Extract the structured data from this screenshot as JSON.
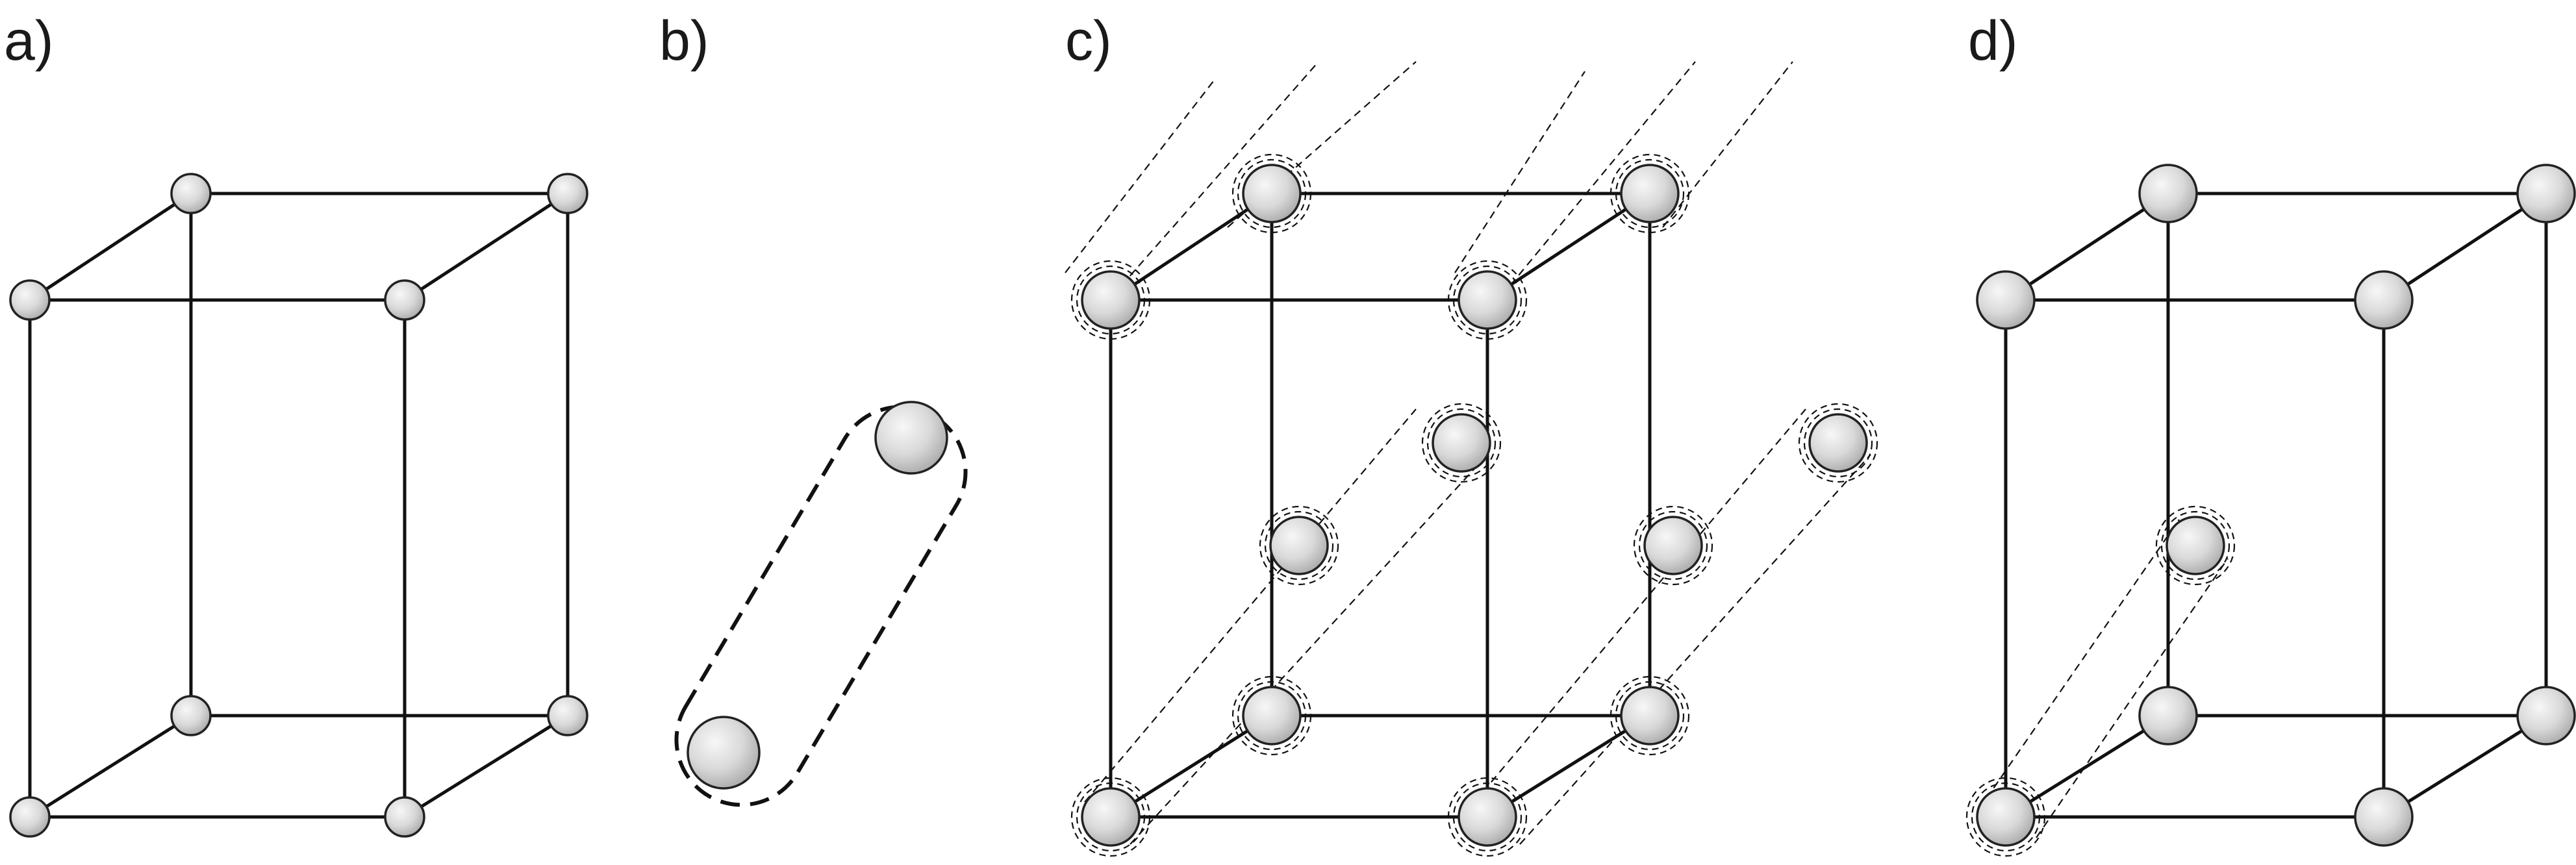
{
  "panels": [
    {
      "id": "a",
      "label": "a)",
      "description_key": "simple-tetragonal-cell"
    },
    {
      "id": "b",
      "label": "b)",
      "description_key": "two-atom-basis-motif"
    },
    {
      "id": "c",
      "label": "c)",
      "description_key": "cell-with-motif-chains"
    },
    {
      "id": "d",
      "label": "d)",
      "description_key": "cell-with-single-motif"
    }
  ],
  "colors": {
    "atom_fill_light": "#f7f7f7",
    "atom_fill_dark": "#a9a9a9",
    "line": "#111111",
    "background": "#ffffff"
  }
}
